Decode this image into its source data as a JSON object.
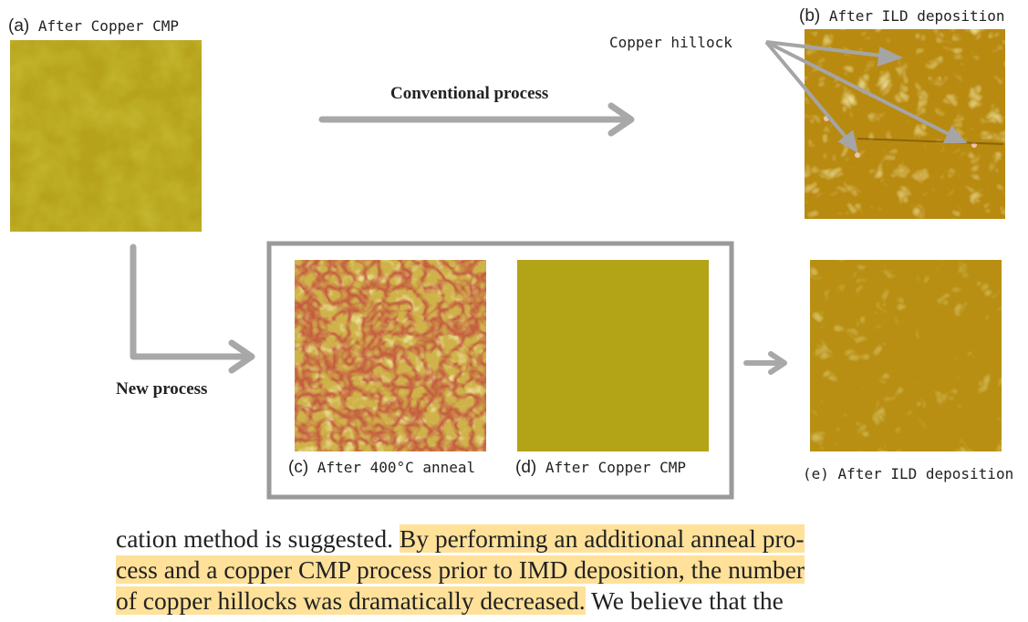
{
  "figure": {
    "labels": {
      "a": {
        "tag": "(a)",
        "text": "After Copper CMP"
      },
      "b": {
        "tag": "(b)",
        "text": "After ILD deposition"
      },
      "c": {
        "tag": "(c)",
        "text": "After 400°C anneal"
      },
      "d": {
        "tag": "(d)",
        "text": "After Copper CMP"
      },
      "e": {
        "tag": "(e)",
        "text": "After ILD deposition"
      }
    },
    "conventional_process": "Conventional process",
    "new_process": "New process",
    "copper_hillock": "Copper hillock"
  },
  "paragraph": {
    "line1_plain": "cation method is suggested. ",
    "line1_hl": "By performing an additional anneal pro-",
    "line2_hl": "cess and a copper CMP process prior to IMD deposition, the number",
    "line3_hl": "of copper hillocks was dramatically decreased.",
    "line3_plain": " We believe that the"
  }
}
